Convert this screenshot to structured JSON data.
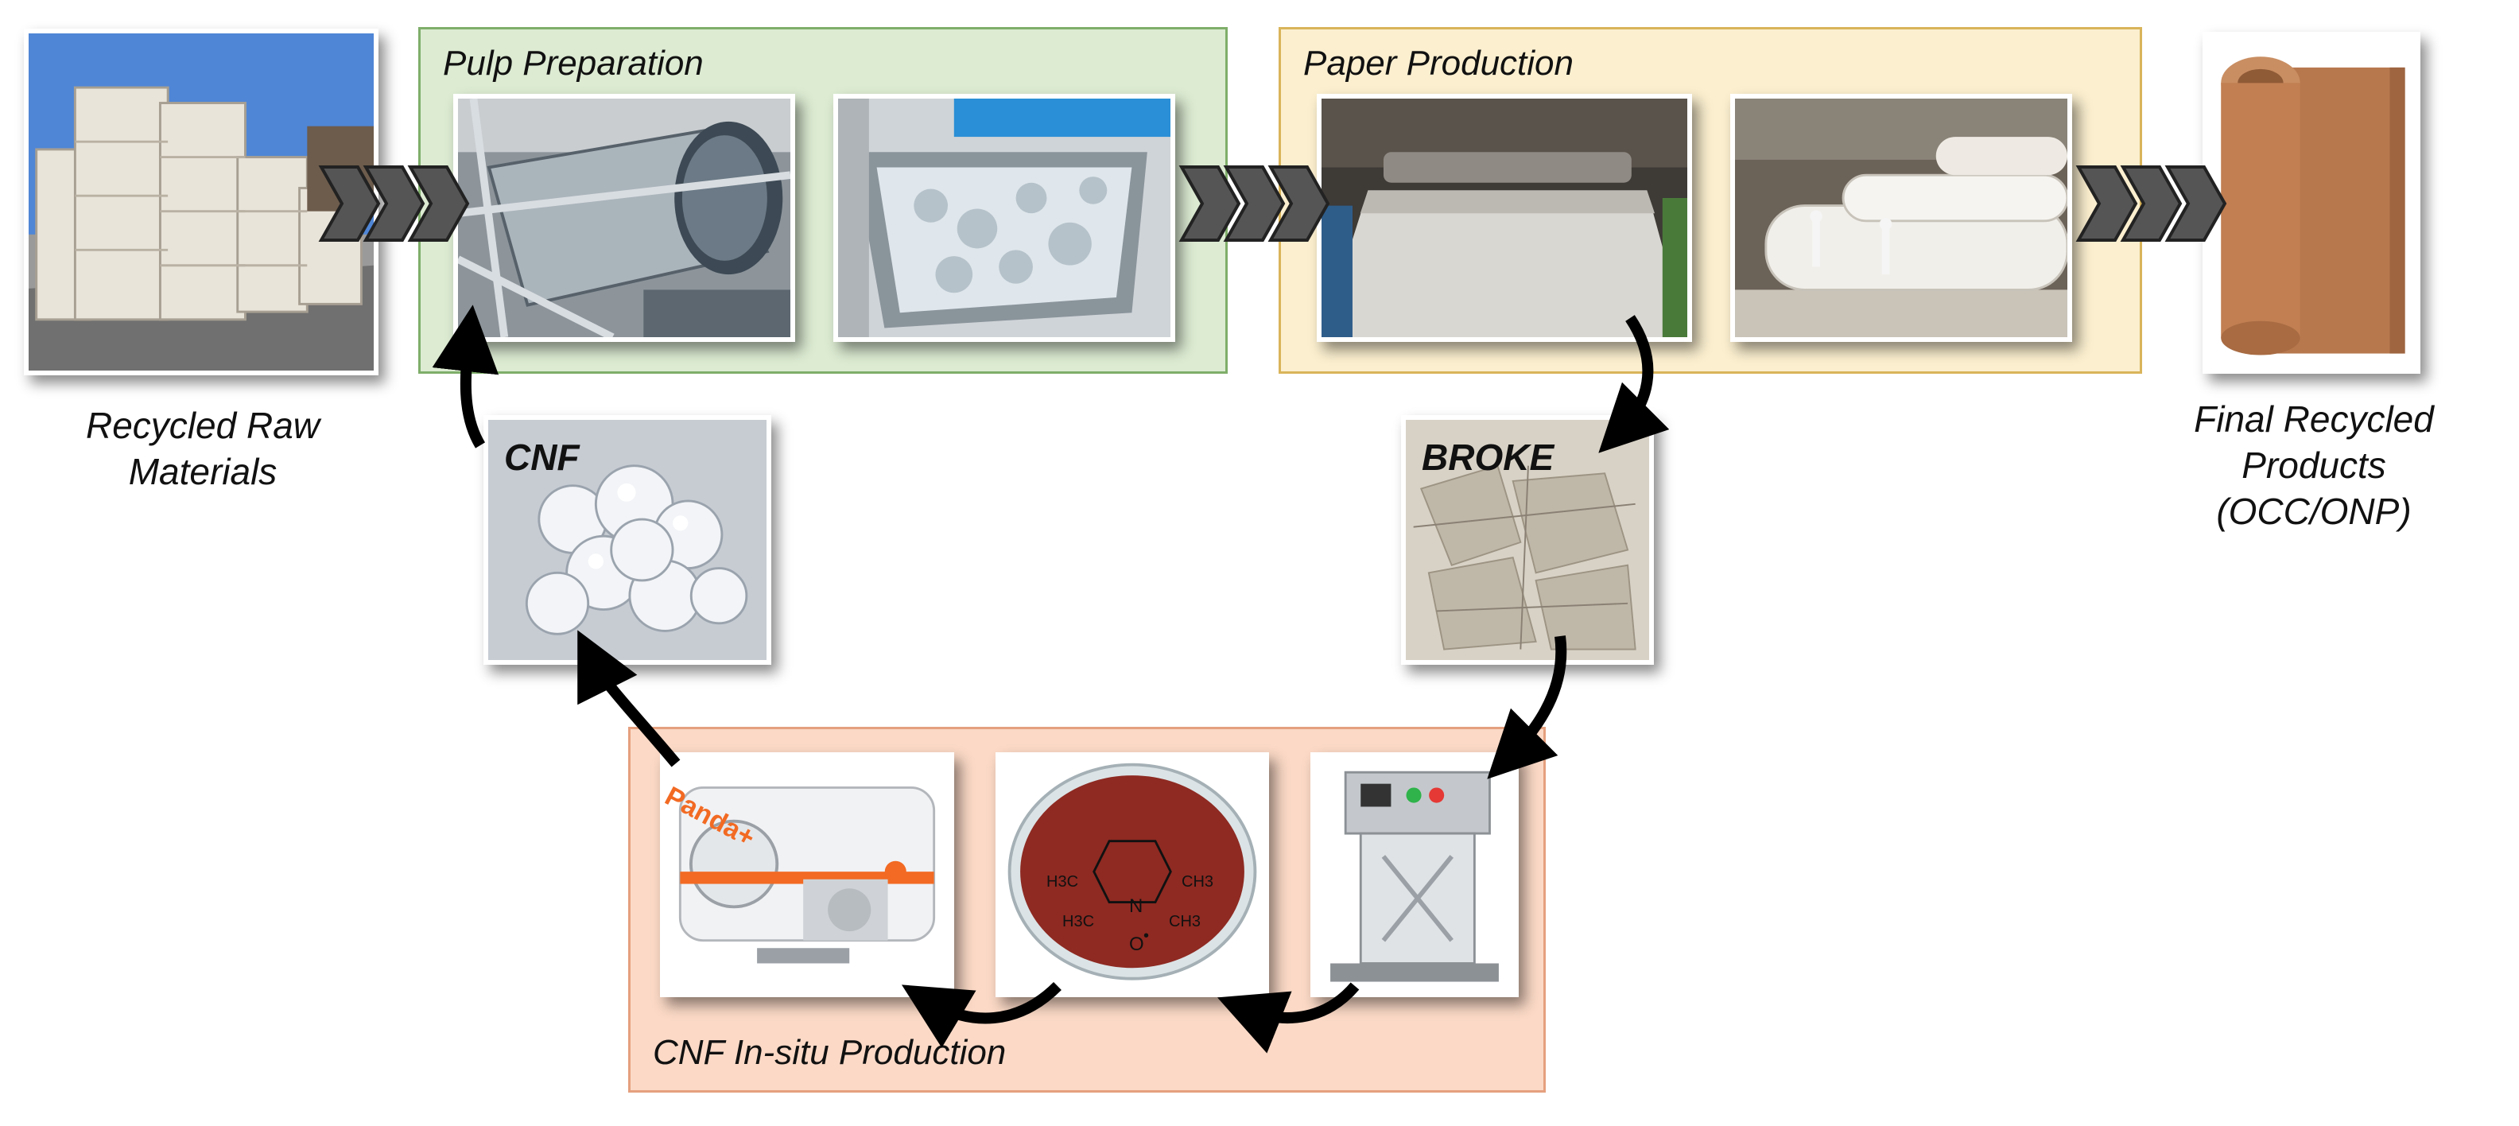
{
  "panels": {
    "pulp": {
      "title": "Pulp Preparation",
      "color": "#dcebd2",
      "border": "#7fae6a"
    },
    "paper": {
      "title": "Paper Production",
      "color": "#fbefcf",
      "border": "#d9b45a"
    },
    "cnf": {
      "title": "CNF In-situ Production",
      "color": "#fbd9c6",
      "border": "#e5a07e"
    }
  },
  "labels": {
    "cnf": "CNF",
    "broke": "BROKE"
  },
  "captions": {
    "raw": [
      "Recycled Raw",
      "Materials"
    ],
    "final": [
      "Final Recycled",
      "Products",
      "(OCC/ONP)"
    ]
  },
  "chem": {
    "n": "N",
    "o": "O",
    "radical": "•",
    "ch3": "CH3",
    "h3c": "H3C"
  },
  "device": {
    "brand": "Panda+"
  },
  "icons": {
    "process_arrow": "chevron-arrow-icon",
    "flow_arrow": "curved-arrow-icon"
  },
  "colors": {
    "chevron": "#3f3f3f",
    "arrow": "#000000",
    "petri_paste": "#8e2a22",
    "kraft": "#b7784e"
  }
}
